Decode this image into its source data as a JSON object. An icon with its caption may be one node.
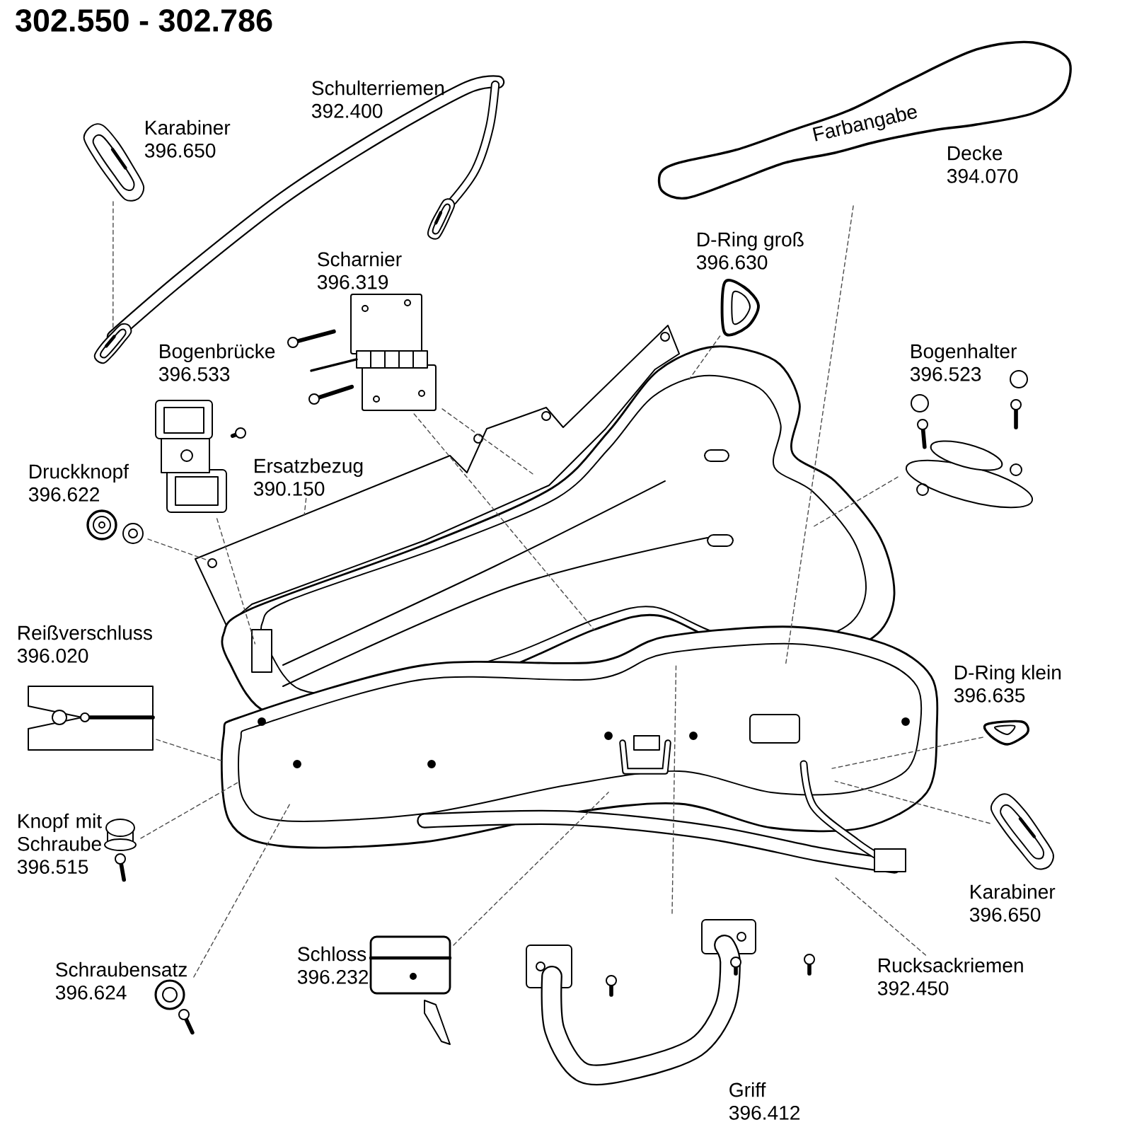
{
  "diagram": {
    "title": "302.550 - 302.786",
    "nodes": [
      {
        "text": [
          "Schulterriemen",
          "392.400"
        ]
      },
      {
        "text": [],
        "shape": "picture",
        "beside": [
          "Karabiner",
          "396.650"
        ]
      },
      {
        "text": [
          "Farbangabe"
        ],
        "beside": [
          "Decke",
          "394.070"
        ]
      },
      {
        "text": [],
        "shape": "picture",
        "beside": [
          "Scharnier",
          "396.319"
        ]
      },
      {
        "text": [],
        "shape": "picture",
        "beside": [
          "D-Ring groß",
          "396.630"
        ]
      },
      {
        "text": [],
        "shape": "picture",
        "beside": [
          "Bogenbrücke",
          "396.533"
        ]
      },
      {
        "text": [
          "Bogenhalter",
          "396.523"
        ]
      },
      {
        "text": [],
        "shape": "picture",
        "beside": [
          "Druckknopf",
          "396.622"
        ]
      },
      {
        "text": [
          "Ersatzbezug",
          "390.150"
        ]
      },
      {
        "text": [],
        "shape": "picture"
      },
      {
        "text": [],
        "shape": "picture"
      },
      {
        "text": [],
        "shape": "picture",
        "beside": [
          "Reißverschluss",
          "396.020"
        ]
      },
      {
        "text": [],
        "shape": "picture",
        "beside": [
          "D-Ring klein",
          "396.635"
        ]
      },
      {
        "text": [],
        "shape": "picture",
        "beside": [
          "Knopf mit Schraube",
          "396.515"
        ]
      },
      {
        "text": [],
        "shape": "picture",
        "beside": [
          "Karabiner",
          "396.650"
        ]
      },
      {
        "text": [],
        "shape": "picture"
      },
      {
        "text": [
          "Rucksackriemen",
          "392.450"
        ]
      },
      {
        "text": [],
        "shape": "picture",
        "beside": [
          "Schloss",
          "396.232"
        ]
      },
      {
        "text": [],
        "shape": "picture",
        "beside": [
          "Schraubensatz",
          "396.624"
        ]
      },
      {
        "text": [],
        "shape": "picture",
        "beside": [
          "Griff",
          "396.412"
        ]
      }
    ],
    "edges": [
      {
        "from": 1,
        "to": 0,
        "arrow": "none",
        "style": "dashed"
      },
      {
        "from": 2,
        "to": 10,
        "arrow": "none",
        "style": "dashed"
      },
      {
        "from": 3,
        "to": 10,
        "arrow": "none",
        "style": "dashed"
      },
      {
        "from": 3,
        "to": 10,
        "arrow": "none",
        "style": "dashed"
      },
      {
        "from": 4,
        "to": 10,
        "arrow": "none",
        "style": "dashed"
      },
      {
        "from": 5,
        "to": 10,
        "arrow": "none",
        "style": "dashed"
      },
      {
        "from": 6,
        "to": 10,
        "arrow": "none",
        "style": "dashed"
      },
      {
        "from": 7,
        "to": 9,
        "arrow": "none",
        "style": "dashed"
      },
      {
        "from": 8,
        "to": 9,
        "arrow": "none",
        "style": "dashed"
      },
      {
        "from": 11,
        "to": 10,
        "arrow": "none",
        "style": "dashed"
      },
      {
        "from": 12,
        "to": 10,
        "arrow": "none",
        "style": "dashed"
      },
      {
        "from": 13,
        "to": 10,
        "arrow": "none",
        "style": "dashed"
      },
      {
        "from": 14,
        "to": 10,
        "arrow": "none",
        "style": "dashed"
      },
      {
        "from": 16,
        "to": 15,
        "arrow": "none",
        "style": "dashed"
      },
      {
        "from": 17,
        "to": 10,
        "arrow": "none",
        "style": "dashed"
      },
      {
        "from": 18,
        "to": 10,
        "arrow": "none",
        "style": "dashed"
      },
      {
        "from": 19,
        "to": 10,
        "arrow": "none",
        "style": "dashed"
      }
    ]
  }
}
